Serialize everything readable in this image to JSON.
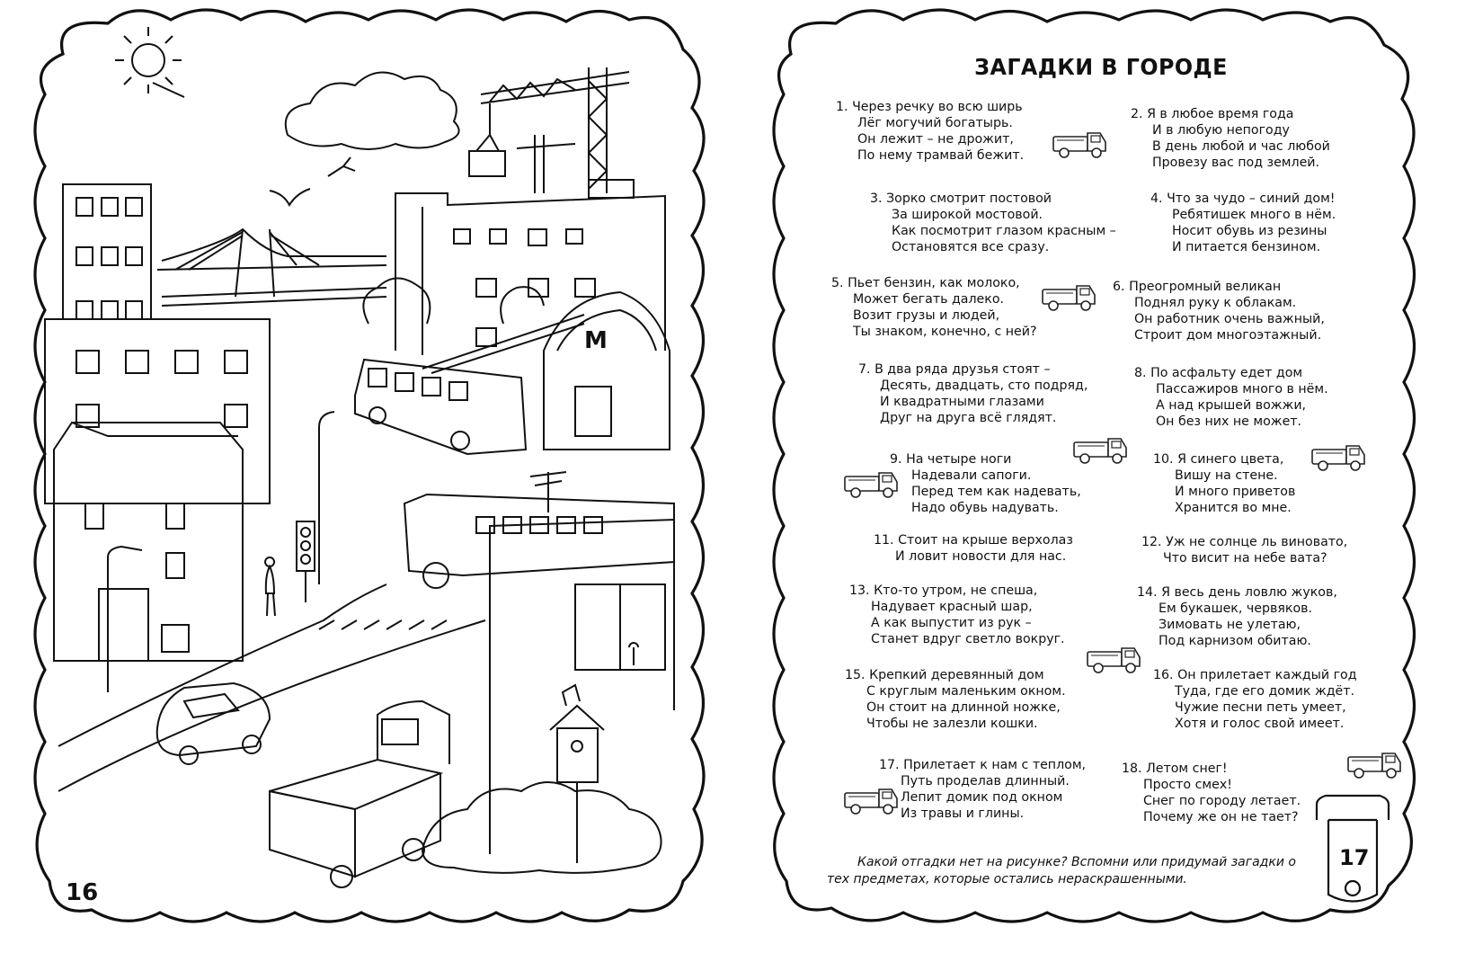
{
  "left_page": {
    "page_number": "16",
    "illustration": {
      "subject": "city-street-coloring",
      "metro_sign": "М"
    }
  },
  "right_page": {
    "title": "ЗАГАДКИ В ГОРОДЕ",
    "page_number": "17",
    "riddles": [
      {
        "n": "1.",
        "lines": [
          "Через речку во всю ширь",
          "Лёг могучий богатырь.",
          "Он лежит – не дрожит,",
          "По нему трамвай бежит."
        ]
      },
      {
        "n": "2.",
        "lines": [
          "Я в любое время года",
          "И в любую непогоду",
          "В день любой и час любой",
          "Провезу вас под землей."
        ]
      },
      {
        "n": "3.",
        "lines": [
          "Зорко смотрит постовой",
          "За широкой мостовой.",
          "Как посмотрит глазом красным –",
          "Остановятся все сразу."
        ]
      },
      {
        "n": "4.",
        "lines": [
          "Что за чудо – синий дом!",
          "Ребятишек много в нём.",
          "Носит обувь из резины",
          "И питается бензином."
        ]
      },
      {
        "n": "5.",
        "lines": [
          "Пьет бензин, как молоко,",
          "Может бегать далеко.",
          "Возит грузы и людей,",
          "Ты знаком, конечно, с ней?"
        ]
      },
      {
        "n": "6.",
        "lines": [
          "Преогромный великан",
          "Поднял руку к облакам.",
          "Он работник очень важный,",
          "Строит дом многоэтажный."
        ]
      },
      {
        "n": "7.",
        "lines": [
          "В два ряда друзья стоят –",
          "Десять, двадцать, сто подряд,",
          "И квадратными глазами",
          "Друг на друга всё глядят."
        ]
      },
      {
        "n": "8.",
        "lines": [
          "По асфальту едет дом",
          "Пассажиров много в нём.",
          "А над крышей вожжи,",
          "Он без них не может."
        ]
      },
      {
        "n": "9.",
        "lines": [
          "На четыре ноги",
          "Надевали сапоги.",
          "Перед тем как надевать,",
          "Надо обувь надувать."
        ]
      },
      {
        "n": "10.",
        "lines": [
          "Я синего цвета,",
          "Вишу на стене.",
          "И много приветов",
          "Хранится во мне."
        ]
      },
      {
        "n": "11.",
        "lines": [
          "Стоит на крыше верхолаз",
          "И ловит новости для нас."
        ]
      },
      {
        "n": "12.",
        "lines": [
          "Уж не солнце ль виновато,",
          "Что висит на небе вата?"
        ]
      },
      {
        "n": "13.",
        "lines": [
          "Кто-то утром, не спеша,",
          "Надувает красный шар,",
          "А как выпустит из рук –",
          "Станет вдруг светло вокруг."
        ]
      },
      {
        "n": "14.",
        "lines": [
          "Я весь день ловлю жуков,",
          "Ем букашек, червяков.",
          "Зимовать не улетаю,",
          "Под карнизом обитаю."
        ]
      },
      {
        "n": "15.",
        "lines": [
          "Крепкий деревянный дом",
          "С круглым маленьким окном.",
          "Он стоит на длинной ножке,",
          "Чтобы не залезли кошки."
        ]
      },
      {
        "n": "16.",
        "lines": [
          "Он прилетает каждый год",
          "Туда, где его домик ждёт.",
          "Чужие песни петь умеет,",
          "Хотя  и голос свой имеет."
        ]
      },
      {
        "n": "17.",
        "lines": [
          "Прилетает к нам с теплом,",
          "Путь проделав длинный.",
          "Лепит домик под окном",
          "Из травы и глины."
        ]
      },
      {
        "n": "18.",
        "lines": [
          "Летом снег!",
          "Просто смех!",
          "Снег по городу летает.",
          "Почему же он не тает?"
        ]
      }
    ],
    "footer": {
      "line1": "Какой отгадки нет на рисунке? Вспомни или придумай загадки о",
      "line2": "тех предметах, которые остались нераскрашенными."
    }
  }
}
